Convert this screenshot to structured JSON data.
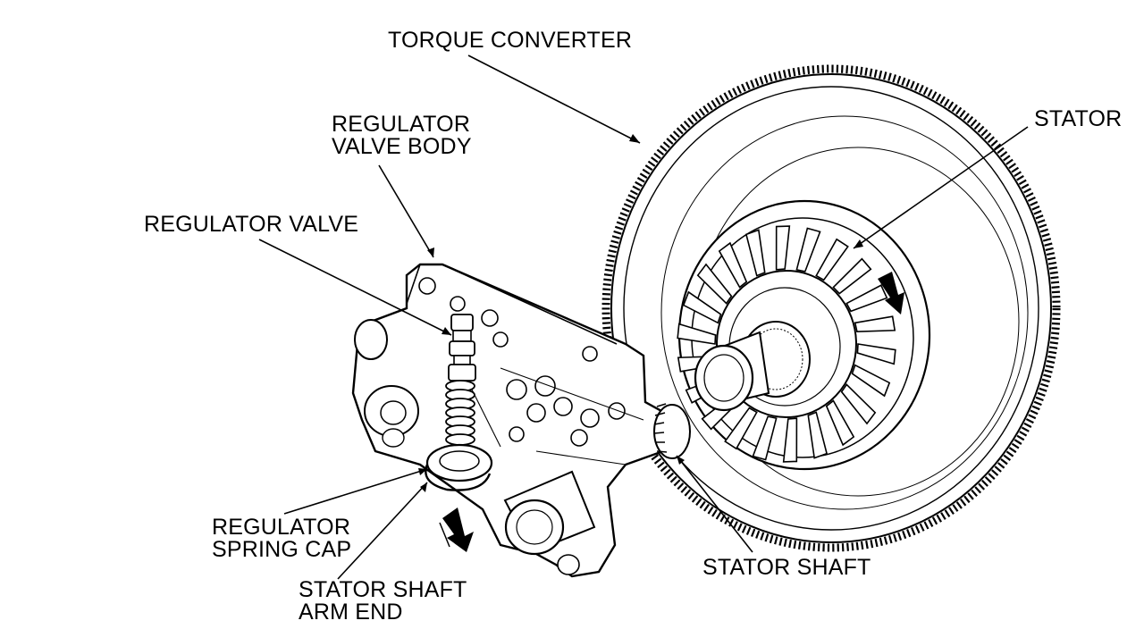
{
  "labels": {
    "torque_converter": "TORQUE CONVERTER",
    "stator": "STATOR",
    "regulator_valve_body": [
      "REGULATOR",
      "VALVE BODY"
    ],
    "regulator_valve": "REGULATOR VALVE",
    "regulator_spring_cap": [
      "REGULATOR",
      "SPRING CAP"
    ],
    "stator_shaft_arm_end": [
      "STATOR SHAFT",
      "ARM END"
    ],
    "stator_shaft": "STATOR SHAFT"
  },
  "colors": {
    "line": "#000000",
    "fill": "#ffffff",
    "arrow": "#000000"
  }
}
